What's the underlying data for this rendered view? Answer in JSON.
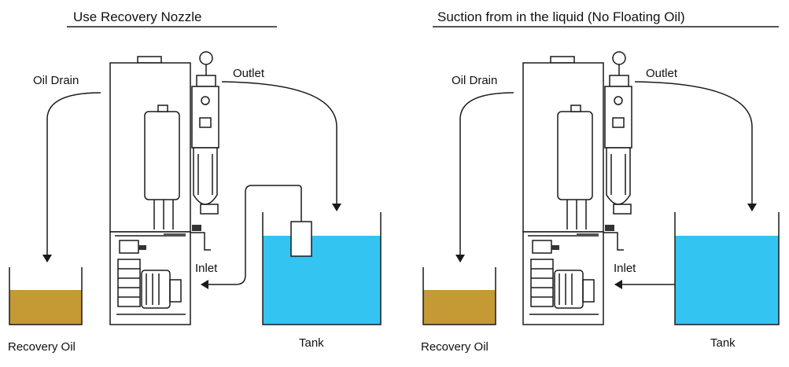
{
  "left": {
    "title": "Use Recovery Nozzle",
    "oil_drain": "Oil Drain",
    "outlet": "Outlet",
    "inlet": "Inlet",
    "recovery_oil": "Recovery Oil",
    "tank": "Tank"
  },
  "right": {
    "title": "Suction from in the liquid (No Floating Oil)",
    "oil_drain": "Oil Drain",
    "outlet": "Outlet",
    "inlet": "Inlet",
    "recovery_oil": "Recovery Oil",
    "tank": "Tank"
  },
  "colors": {
    "water": "#33c4f2",
    "oil": "#c59a35",
    "line": "#1a1a1a"
  }
}
